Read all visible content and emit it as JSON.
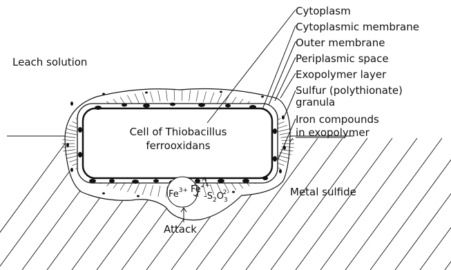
{
  "labels": {
    "cytoplasm": "Cytoplasm",
    "cytoplasmic_membrane": "Cytoplasmic membrane",
    "outer_membrane": "Outer membrane",
    "periplasmic_space": "Periplasmic space",
    "exopolymer_layer": "Exopolymer layer",
    "sulfur_granula_1": "Sulfur (polythionate)",
    "sulfur_granula_2": "granula",
    "iron_compounds_1": "Iron compounds",
    "iron_compounds_2": "in exopolymer",
    "leach_solution": "Leach solution",
    "cell_1": "Cell of Thiobacillus",
    "cell_2": "ferrooxidans",
    "metal_sulfide": "Metal sulfide",
    "attack": "Attack"
  },
  "ions": {
    "fe3_base": "Fe",
    "fe3_sup": "3+",
    "fe2_base": "Fe",
    "fe2_sup": "2+",
    "s2o3_base": "S",
    "s2o3_sub1": "2",
    "s2o3_mid": "O",
    "s2o3_sub2": "3",
    "s2o3_sup": "2-"
  }
}
